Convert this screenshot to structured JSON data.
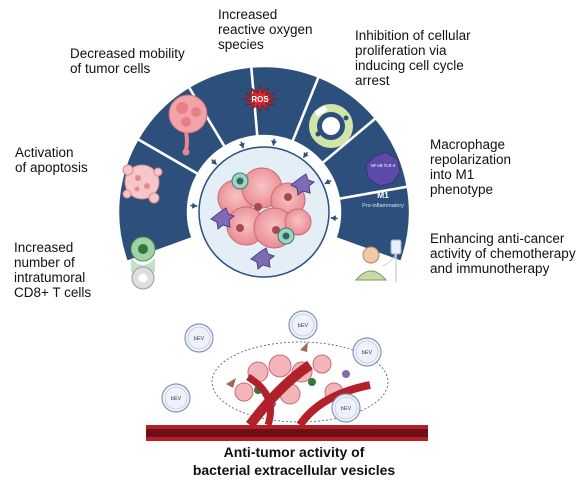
{
  "labels": {
    "oxygen": "Increased\nreactive oxygen\nspecies",
    "mobility": "Decreased mobility\nof tumor cells",
    "proliferation": "Inhibition of cellular\nproliferation via\ninducing cell cycle\narrest",
    "apoptosis": "Activation\nof apoptosis",
    "macrophage": "Macrophage\nrepolarization\ninto M1\nphenotype",
    "cd8": "Increased\nnumber of\nintratumoral\nCD8+ T cells",
    "chemo": "Enhancing anti-cancer\nactivity of chemotherapy\nand immunotherapy"
  },
  "icon_text": {
    "ros": "ROS",
    "m1_markers": "NF-κB\nTLR-4",
    "m1": "M1",
    "m1_sub": "Pro-inflammatory",
    "bev": "bEV"
  },
  "title": "Anti-tumor activity of\nbacterial extracellular vesicles",
  "colors": {
    "ring": "#2c4f7c",
    "ring_edge": "#ffffff",
    "center_bg": "#e3eef6",
    "tumor": "#f2a3a8",
    "vessel": "#b2202a",
    "ros": "#d8262d"
  }
}
